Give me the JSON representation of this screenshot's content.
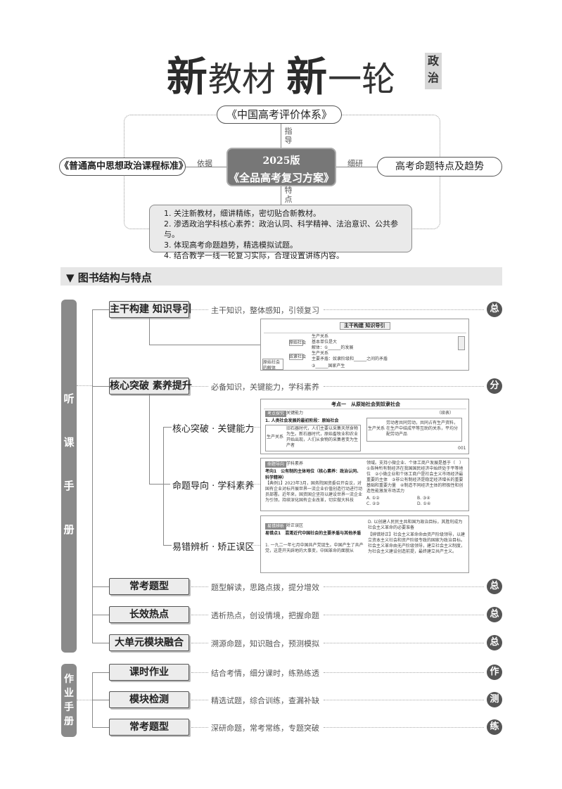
{
  "title": {
    "part1": "新",
    "part2": "教材 ",
    "part3": "新",
    "part4": "一轮",
    "subject_1": "政",
    "subject_2": "治"
  },
  "diagram": {
    "top": "《中国高考评价体系》",
    "center_line1": "2025版",
    "center_line2": "《全品高考复习方案》",
    "left": "《普通高中思想政治课程标准》",
    "right": "高考命题特点及趋势",
    "label_guide": "指导",
    "label_basis": "依据",
    "label_research": "细研",
    "label_features": "特点",
    "features": [
      "1. 关注新教材，细讲精练，密切贴合新教材。",
      "2. 渗透政治学科核心素养：政治认同、科学精神、法治意识、公共参与。",
      "3. 体现高考命题趋势，精选模拟试题。",
      "4. 结合教学一线一轮复习实际，合理设置讲练内容。"
    ]
  },
  "section": {
    "marker": "▼",
    "title": "图书结构与特点"
  },
  "side_labels": {
    "group1": [
      "听",
      "课",
      "手",
      "册"
    ],
    "group2": [
      "作",
      "业",
      "手",
      "册"
    ]
  },
  "modules": [
    {
      "label": "主干构建 知识导引",
      "desc": "主干知识，整体感知，引领复习",
      "badge": "总"
    },
    {
      "label": "核心突破 素养提升",
      "desc": "必备知识，关键能力，学科素养",
      "badge": "分"
    },
    {
      "label": "常考题型",
      "desc": "题型解读，思路点拨，提分增效",
      "badge": "总"
    },
    {
      "label": "长效热点",
      "desc": "透析热点，创设情境，把握命题",
      "badge": "总"
    },
    {
      "label": "大单元模块融合",
      "desc": "溯源命题，知识融合，预测模拟",
      "badge": "总"
    }
  ],
  "sub_modules": [
    "核心突破 · 关键能力",
    "命题导向 · 学科素养",
    "易错辨析 · 矫正误区"
  ],
  "homework": [
    {
      "label": "课时作业",
      "desc": "结合考情，细分课时，练熟练透",
      "badge": "作"
    },
    {
      "label": "模块检测",
      "desc": "精选试题，综合训练，查漏补缺",
      "badge": "测"
    },
    {
      "label": "常考题型",
      "desc": "深研命题，常考常练，专题突破",
      "badge": "练"
    }
  ],
  "thumbs": {
    "t1": {
      "header": "主干构建  知识导引",
      "l1": "原始社会",
      "l2": "奴隶社会",
      "l3": "原始社会的解体",
      "r1": "生产关系",
      "r2": "基本单位是大",
      "r3": "解体：①______的发展",
      "r4": "生产关系",
      "r5": "主要矛盾：奴隶阶级和______之间的矛盾",
      "r6": "③______国家产生"
    },
    "t2": {
      "header": "考点一　从原始社会到奴隶社会",
      "tag": "考点探究",
      "tag2": "关键能力",
      "q": "1. 人类社会发展的最初阶段：原始社会",
      "cell1": "生产关系",
      "cell2": "旧石器时代，人们主要以采集天然食物为生。新石器时代，原始畜牧业和农业开始出现，人们从食物的采集者变为生产者",
      "right_title": "（续表）",
      "cell3": "生产关系",
      "cell4": "劳动者共同劳动，共同占有生产资料，在生产中结成平等互助的关系，平均分配劳动产品",
      "page": "001"
    },
    "t3": {
      "tag": "命题导向",
      "tag2": "学科素养",
      "q1": "考向1　公有制的主体地位（核心素养：政治认同、科学精神）",
      "q2": "【典例1】2023年3月，国务院国资委召开会议，对国有企业对标开展世界一流企业价值创造行动进行动员部署。近年来，国资国企坚持以建设世界一流企业为引领，持续深化国有企业改革，切实做大科技",
      "r1": "领域。支持小微企业、个体工商户发展是基于（　）",
      "r2": "①各种所有制经济在我国国民经济中始终处于平等地位　②小微企业和个体工商户是社会主义市场经济最重要的主体　③非公有制经济是稳定经济增长的重要基础和重要力量　④制造不同经济主体的积极性和创造性能激发市场活力",
      "a1": "A. ①②",
      "a2": "B. ③④",
      "a3": "C. ②③",
      "a4": "D. ①④"
    },
    "t4": {
      "tag": "易错辨析",
      "tag2": "矫正误区",
      "q1": "易错点1　混淆近代中国社会的主要矛盾与其他矛盾",
      "q2": "1. 一九二一年七月中国共产党诞生。中国产生了共产党，这是开天辟地的大事变，中国革命的面貌从",
      "r1": "D. 以创建人民民主共和国为政治目标，其胜利成为社会主义革命的必要准备",
      "r2": "【辨错矫正】社会主义革命命由资产阶级领导，以建立资本主义社会和资产阶级专政的国家为政治目标。社会主义革命由无产阶级领导，建立社会主义制度，为社会主义建设创造前提，最终建立共产主义。"
    }
  }
}
